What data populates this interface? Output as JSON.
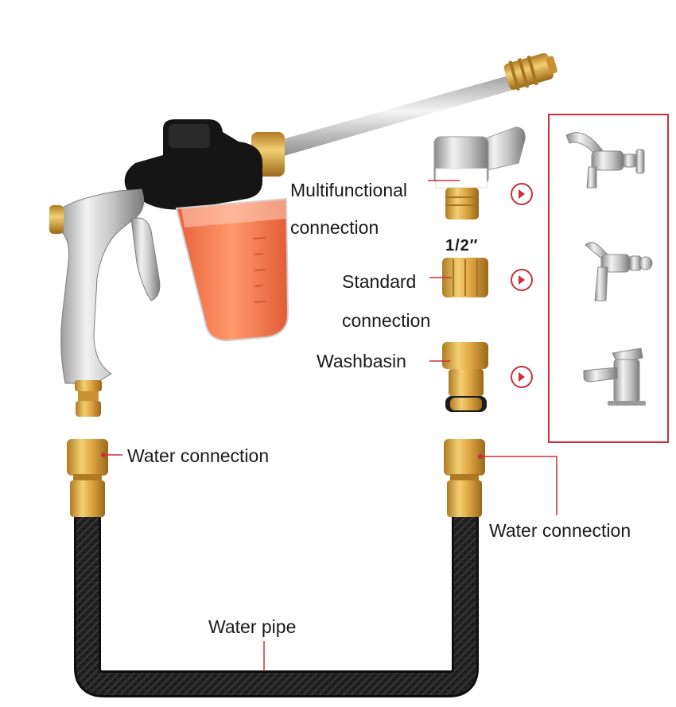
{
  "labels": {
    "multifunctional_line1": "Multifunctional",
    "multifunctional_line2": "connection",
    "half_inch": "1/2″",
    "standard_line1": "Standard",
    "standard_line2": "connection",
    "washbasin": "Washbasin",
    "water_connection_left": "Water connection",
    "water_connection_right": "Water connection",
    "water_pipe": "Water pipe"
  },
  "icons": {
    "arrows": [
      "chevron-right-icon",
      "chevron-right-icon",
      "chevron-right-icon"
    ],
    "faucets": [
      "wall-faucet-icon",
      "bib-tap-icon",
      "basin-mixer-icon"
    ]
  },
  "colors": {
    "accent_red": "#c9303a",
    "brass": "#d9a440",
    "hose_black": "#1c1c1c",
    "bottle_orange": "#f07a4a",
    "chrome": "#c8c8c8"
  }
}
